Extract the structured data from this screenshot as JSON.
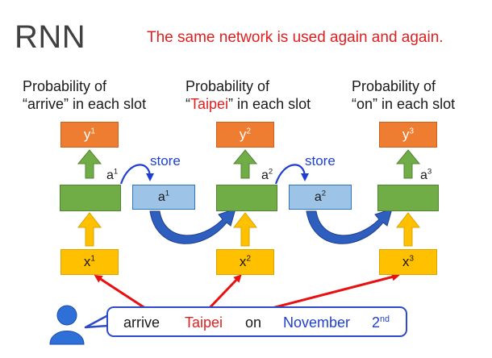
{
  "title": "RNN",
  "subtitle": "The same network is used again and again.",
  "captions": [
    {
      "line1": "Probability of",
      "quote_open": "“",
      "word": "arrive",
      "quote_close": "”",
      "rest": " in each slot",
      "word_color": "#1a1a1a"
    },
    {
      "line1": "Probability of",
      "quote_open": "“",
      "word": "Taipei",
      "quote_close": "”",
      "rest": " in each slot",
      "word_color": "#e02020"
    },
    {
      "line1": "Probability of",
      "quote_open": "“",
      "word": "on",
      "quote_close": "”",
      "rest": " in each slot",
      "word_color": "#1a1a1a"
    }
  ],
  "outputs": [
    {
      "base": "y",
      "sup": "1"
    },
    {
      "base": "y",
      "sup": "2"
    },
    {
      "base": "y",
      "sup": "3"
    }
  ],
  "inputs": [
    {
      "base": "x",
      "sup": "1"
    },
    {
      "base": "x",
      "sup": "2"
    },
    {
      "base": "x",
      "sup": "3"
    }
  ],
  "hidden_labels": [
    {
      "base": "a",
      "sup": "1"
    },
    {
      "base": "a",
      "sup": "2"
    },
    {
      "base": "a",
      "sup": "3"
    }
  ],
  "memory": [
    {
      "base": "a",
      "sup": "1",
      "store_label": "store"
    },
    {
      "base": "a",
      "sup": "2",
      "store_label": "store"
    }
  ],
  "sentence": {
    "words": [
      {
        "text": "arrive",
        "color": "#1a1a1a"
      },
      {
        "text": "Taipei",
        "color": "#e02020"
      },
      {
        "text": "on",
        "color": "#1a1a1a"
      },
      {
        "text": "November",
        "color": "#1f3fd0"
      },
      {
        "text": "2",
        "sup": "nd",
        "color": "#1f3fd0"
      }
    ]
  },
  "colors": {
    "output": "#ee7d31",
    "hidden": "#70ad47",
    "input": "#ffc000",
    "memory": "#9dc3e6",
    "store_arrow": "#2255cc",
    "input_arrow": "#e81010",
    "sentence_border": "#2e49c9",
    "user_icon": "#2e6fd8"
  }
}
